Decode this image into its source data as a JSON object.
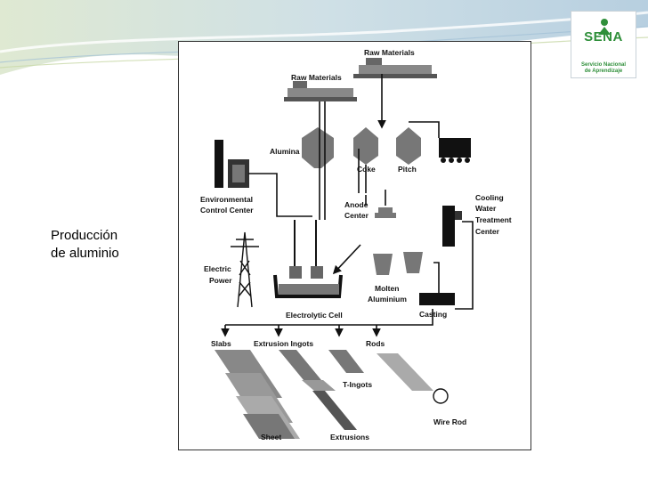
{
  "slide": {
    "title_lines": [
      "Producción",
      "de aluminio"
    ]
  },
  "logo": {
    "name": "SENA",
    "subtitle_lines": [
      "Servicio Nacional",
      "de Aprendizaje"
    ],
    "color": "#2f8f3a"
  },
  "diagram": {
    "labels": {
      "raw_materials_top": "Raw Materials",
      "raw_materials_left": "Raw Materials",
      "alumina": "Alumina",
      "coke": "Coke",
      "pitch": "Pitch",
      "environmental_1": "Environmental",
      "environmental_2": "Control Center",
      "anode_1": "Anode",
      "anode_2": "Center",
      "cooling_1": "Cooling",
      "cooling_2": "Water",
      "cooling_3": "Treatment",
      "cooling_4": "Center",
      "electric_1": "Electric",
      "electric_2": "Power",
      "molten_1": "Molten",
      "molten_2": "Aluminium",
      "electrolytic_cell": "Electrolytic Cell",
      "casting": "Casting",
      "slabs": "Slabs",
      "extrusion_ingots": "Extrusion Ingots",
      "rods": "Rods",
      "t_ingots": "T-Ingots",
      "wire_rod": "Wire Rod",
      "sheet": "Sheet",
      "extrusions": "Extrusions"
    }
  }
}
